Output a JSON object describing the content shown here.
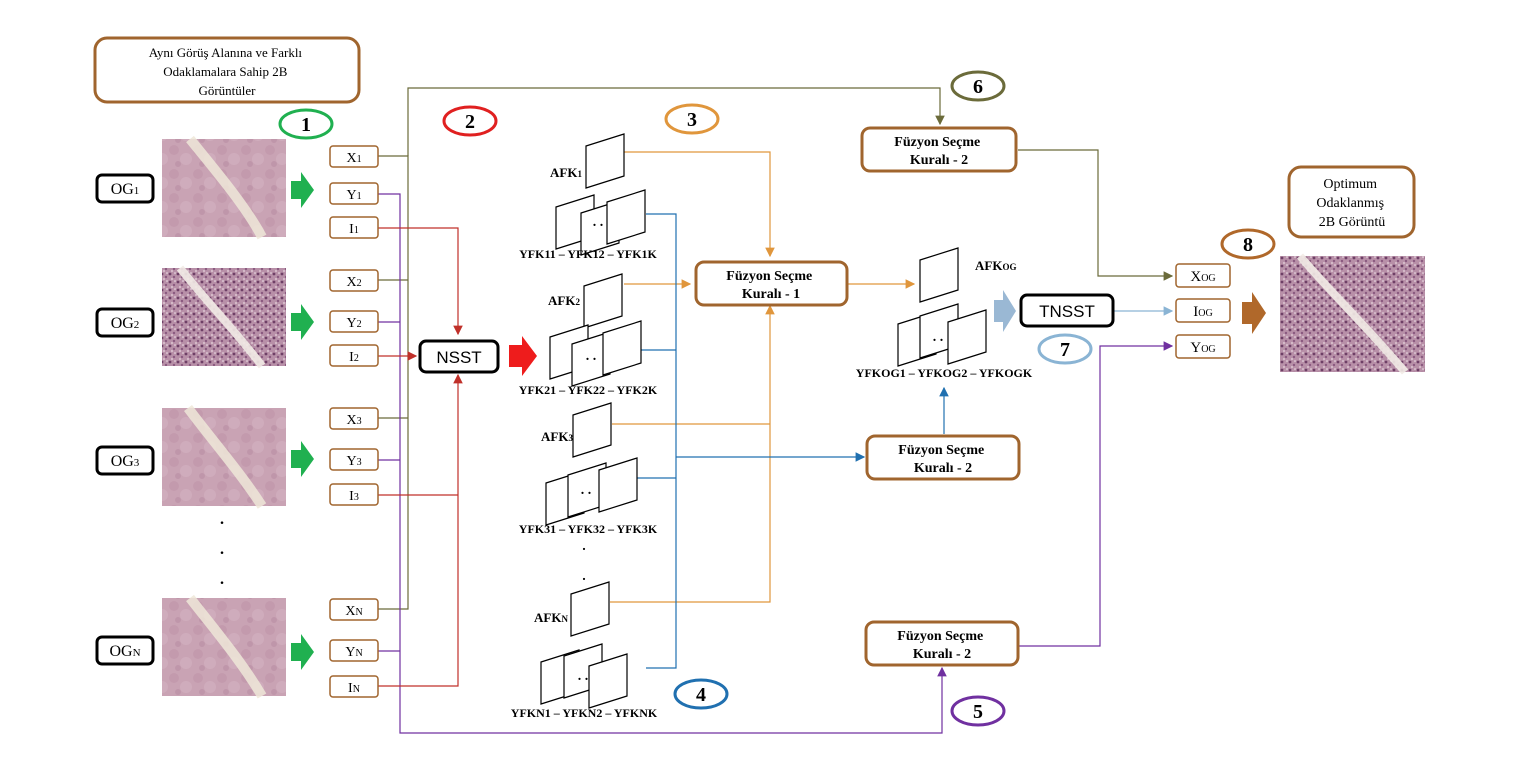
{
  "title_box": {
    "lines": [
      "Aynı Görüş Alanına ve Farklı",
      "Odaklamalara Sahip 2B",
      "Görüntüler"
    ]
  },
  "output_box": {
    "lines": [
      "Optimum",
      "Odaklanmış",
      "2B Görüntü"
    ]
  },
  "step_numbers": [
    {
      "label": "1",
      "color": "#20b050"
    },
    {
      "label": "2",
      "color": "#e02020"
    },
    {
      "label": "3",
      "color": "#e0963c"
    },
    {
      "label": "4",
      "color": "#2070b0"
    },
    {
      "label": "5",
      "color": "#7030a0"
    },
    {
      "label": "6",
      "color": "#6b6b3a"
    },
    {
      "label": "7",
      "color": "#8ab4d4"
    },
    {
      "label": "8",
      "color": "#b0682a"
    }
  ],
  "inputs": [
    {
      "base": "OG",
      "sub": "1"
    },
    {
      "base": "OG",
      "sub": "2"
    },
    {
      "base": "OG",
      "sub": "3"
    },
    {
      "base": "OG",
      "sub": "N"
    }
  ],
  "channels": [
    {
      "x": {
        "base": "X",
        "sub": "1"
      },
      "y": {
        "base": "Y",
        "sub": "1"
      },
      "i": {
        "base": "I",
        "sub": "1"
      }
    },
    {
      "x": {
        "base": "X",
        "sub": "2"
      },
      "y": {
        "base": "Y",
        "sub": "2"
      },
      "i": {
        "base": "I",
        "sub": "2"
      }
    },
    {
      "x": {
        "base": "X",
        "sub": "3"
      },
      "y": {
        "base": "Y",
        "sub": "3"
      },
      "i": {
        "base": "I",
        "sub": "3"
      }
    },
    {
      "x": {
        "base": "X",
        "sub": "N"
      },
      "y": {
        "base": "Y",
        "sub": "N"
      },
      "i": {
        "base": "I",
        "sub": "N"
      }
    }
  ],
  "ellipsis_dots": [
    ".",
    ".",
    "."
  ],
  "nsst_label": "NSST",
  "tnsst_label": "TNSST",
  "afk_labels": [
    {
      "base": "AFK",
      "sub": "1"
    },
    {
      "base": "AFK",
      "sub": "2"
    },
    {
      "base": "AFK",
      "sub": "3"
    },
    {
      "base": "AFK",
      "sub": "N"
    }
  ],
  "yfk_labels": [
    "YFK11 – YFK12 – YFK1K",
    "YFK21 – YFK22 – YFK2K",
    "YFK31 – YFK32 – YFK3K",
    "YFKN1 – YFKN2 – YFKNK"
  ],
  "stack_dots": ". .",
  "fusion_rule_1": [
    "Füzyon Seçme",
    "Kuralı - 1"
  ],
  "fusion_rule_2": [
    "Füzyon Seçme",
    "Kuralı - 2"
  ],
  "afk_og": {
    "base": "AFK",
    "sub": "OG"
  },
  "yfk_og": "YFKOG1 – YFKOG2 – YFKOGK",
  "outputs": [
    {
      "base": "X",
      "sub": "OG"
    },
    {
      "base": "I",
      "sub": "OG"
    },
    {
      "base": "Y",
      "sub": "OG"
    }
  ],
  "colors": {
    "box_brown": "#a0652e",
    "green_arrow": "#20b050",
    "red": "#c0302a",
    "orange": "#e0963c",
    "blue": "#2070b0",
    "purple": "#7030a0",
    "olive": "#6b6b3a",
    "light_blue": "#9ab8d4",
    "dark_brown": "#b0682a"
  }
}
